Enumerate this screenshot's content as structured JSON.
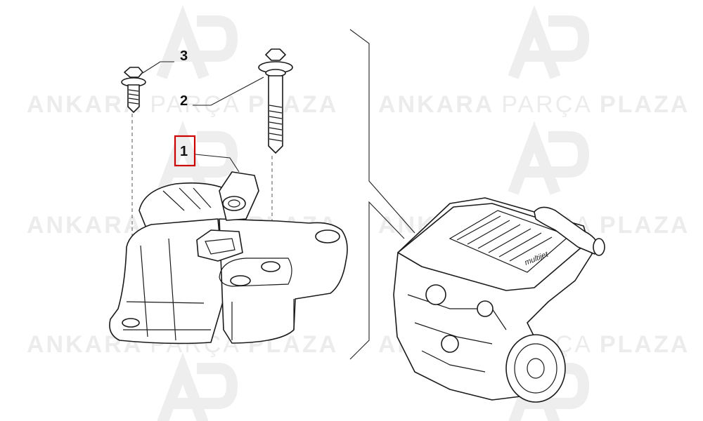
{
  "watermark": {
    "brand_bold_1": "ANKARA",
    "brand_light": "PARÇA",
    "brand_bold_2": "PLAZA",
    "logo": "ap-logo-icon"
  },
  "callouts": [
    {
      "id": "1",
      "label": "1",
      "highlighted": true
    },
    {
      "id": "2",
      "label": "2",
      "highlighted": false
    },
    {
      "id": "3",
      "label": "3",
      "highlighted": false
    }
  ],
  "engine_badge": "multijet",
  "colors": {
    "highlight": "#cc0000",
    "line": "#1a1a1a",
    "watermark": "#ececec"
  }
}
